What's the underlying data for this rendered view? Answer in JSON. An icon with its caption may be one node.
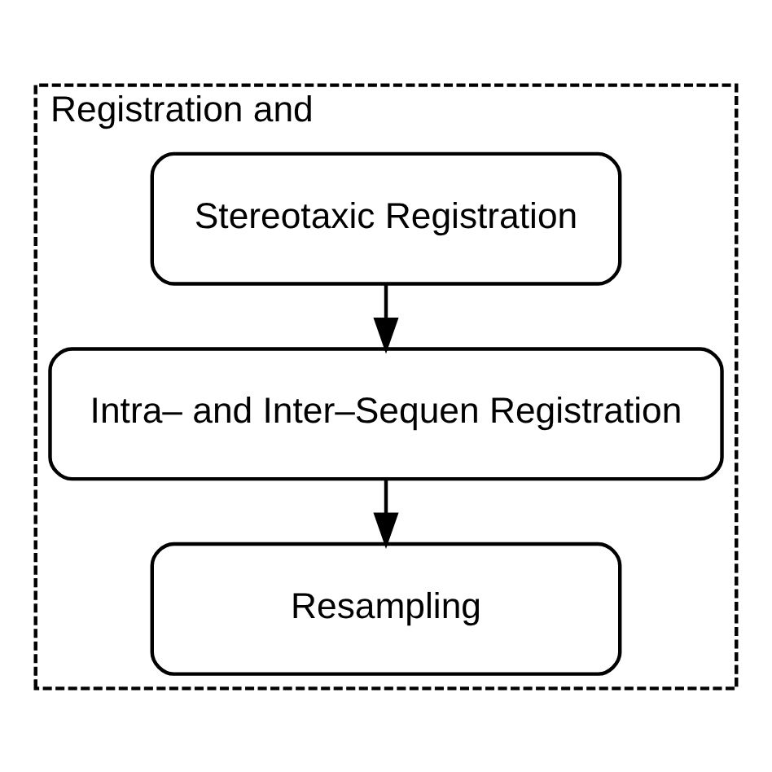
{
  "diagram": {
    "nodes": [
      {
        "text": [
          "Registration and"
        ]
      },
      {
        "text": [
          "Stereotaxic Registration"
        ],
        "in": 0
      },
      {
        "text": [
          "Intra– and Inter–Sequen Registration"
        ],
        "in": 0
      },
      {
        "text": [
          "Resampling"
        ],
        "in": 0
      }
    ],
    "edges": [
      {
        "from": 1,
        "to": 2,
        "arrow": "to"
      },
      {
        "from": 2,
        "to": 3,
        "arrow": "to"
      }
    ]
  }
}
